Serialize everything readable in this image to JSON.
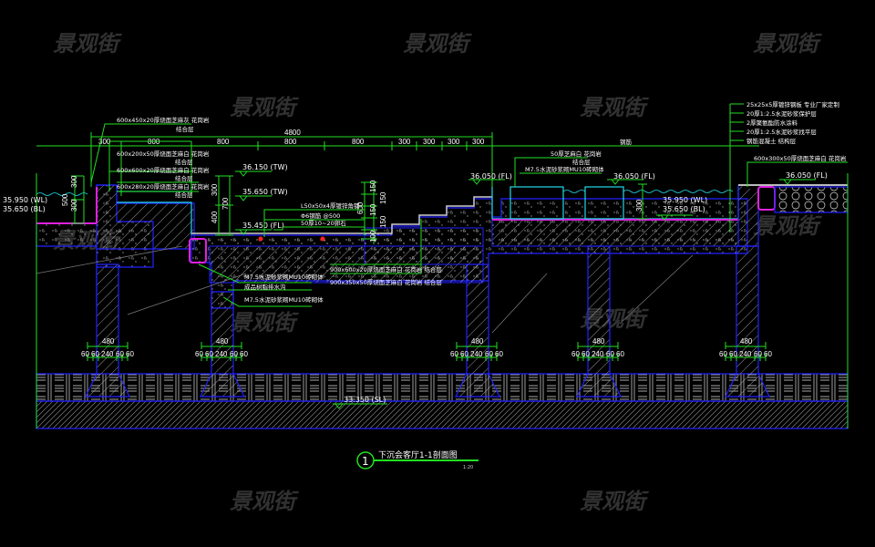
{
  "watermark": "景观街",
  "title": {
    "number": "1",
    "name": "下沉会客厅1-1剖面图",
    "scale": "1:20"
  },
  "dimensions": {
    "overall": "4800",
    "top": [
      "300",
      "800",
      "800",
      "800",
      "800",
      "300",
      "300",
      "300",
      "300"
    ],
    "left_wall": [
      "300",
      "300",
      "500"
    ],
    "middle": [
      "300",
      "400",
      "700"
    ],
    "steps": [
      "600",
      "150",
      "150",
      "150",
      "150",
      "100"
    ],
    "right_pool": "300",
    "footing_width": "480",
    "footing_parts": [
      "60",
      "60",
      "240",
      "60",
      "60"
    ]
  },
  "levels": {
    "left_wl": "35.950 (WL)",
    "left_bl": "35.650 (BL)",
    "tw_top": "36.150 (TW)",
    "tw_mid": "35.650 (TW)",
    "floor": "35.450 (FL)",
    "step_fl": "36.050 (FL)",
    "pool_fl": "36.050 (FL)",
    "pool_wl": "35.950 (WL)",
    "pool_bl": "35.650 (BL)",
    "right_fl": "36.050 (FL)",
    "ground": "33.350 (SL)"
  },
  "notes": {
    "n1": "600x450x20厚烧面芝麻灰 花岗岩",
    "n1b": "结合层",
    "n2": "600x200x50厚烧面芝麻白 花岗岩",
    "n2b": "结合层",
    "n3": "600x600x20厚烧面芝麻白 花岗岩",
    "n3b": "结合层",
    "n4": "600x280x20厚烧面芝麻白 花岗岩",
    "n4b": "结合层",
    "n5": "L50x50x4厚镀锌角钢",
    "n6": "Φ6钢筋 @500",
    "n7": "50厚10~20卵石",
    "n8": "900x600x20厚烧面芝麻白 花岗岩 结合层",
    "n9": "900x350x50厚烧面芝麻白 花岗岩 结合层",
    "n10": "M7.5水泥砂浆砌MU10砖砌体",
    "n11": "成品树脂排水沟",
    "n12": "M7.5水泥砂浆砌MU10砖砌体",
    "n13": "50厚芝麻白 花岗岩",
    "n13b": "结合层",
    "n14": "M7.5水泥砂浆砌MU10砖砌体",
    "n15": "600x300x50厚烧面芝麻白 花岗岩",
    "n16": "钢筋",
    "r1": "25x25x5厚镀锌钢板 专业厂家定制",
    "r2": "20厚1:2.5水泥砂浆保护层",
    "r3": "2厚聚氨酯防水涂料",
    "r4": "20厚1:2.5水泥砂浆找平层",
    "r5": "钢筋混凝土 结构层"
  }
}
